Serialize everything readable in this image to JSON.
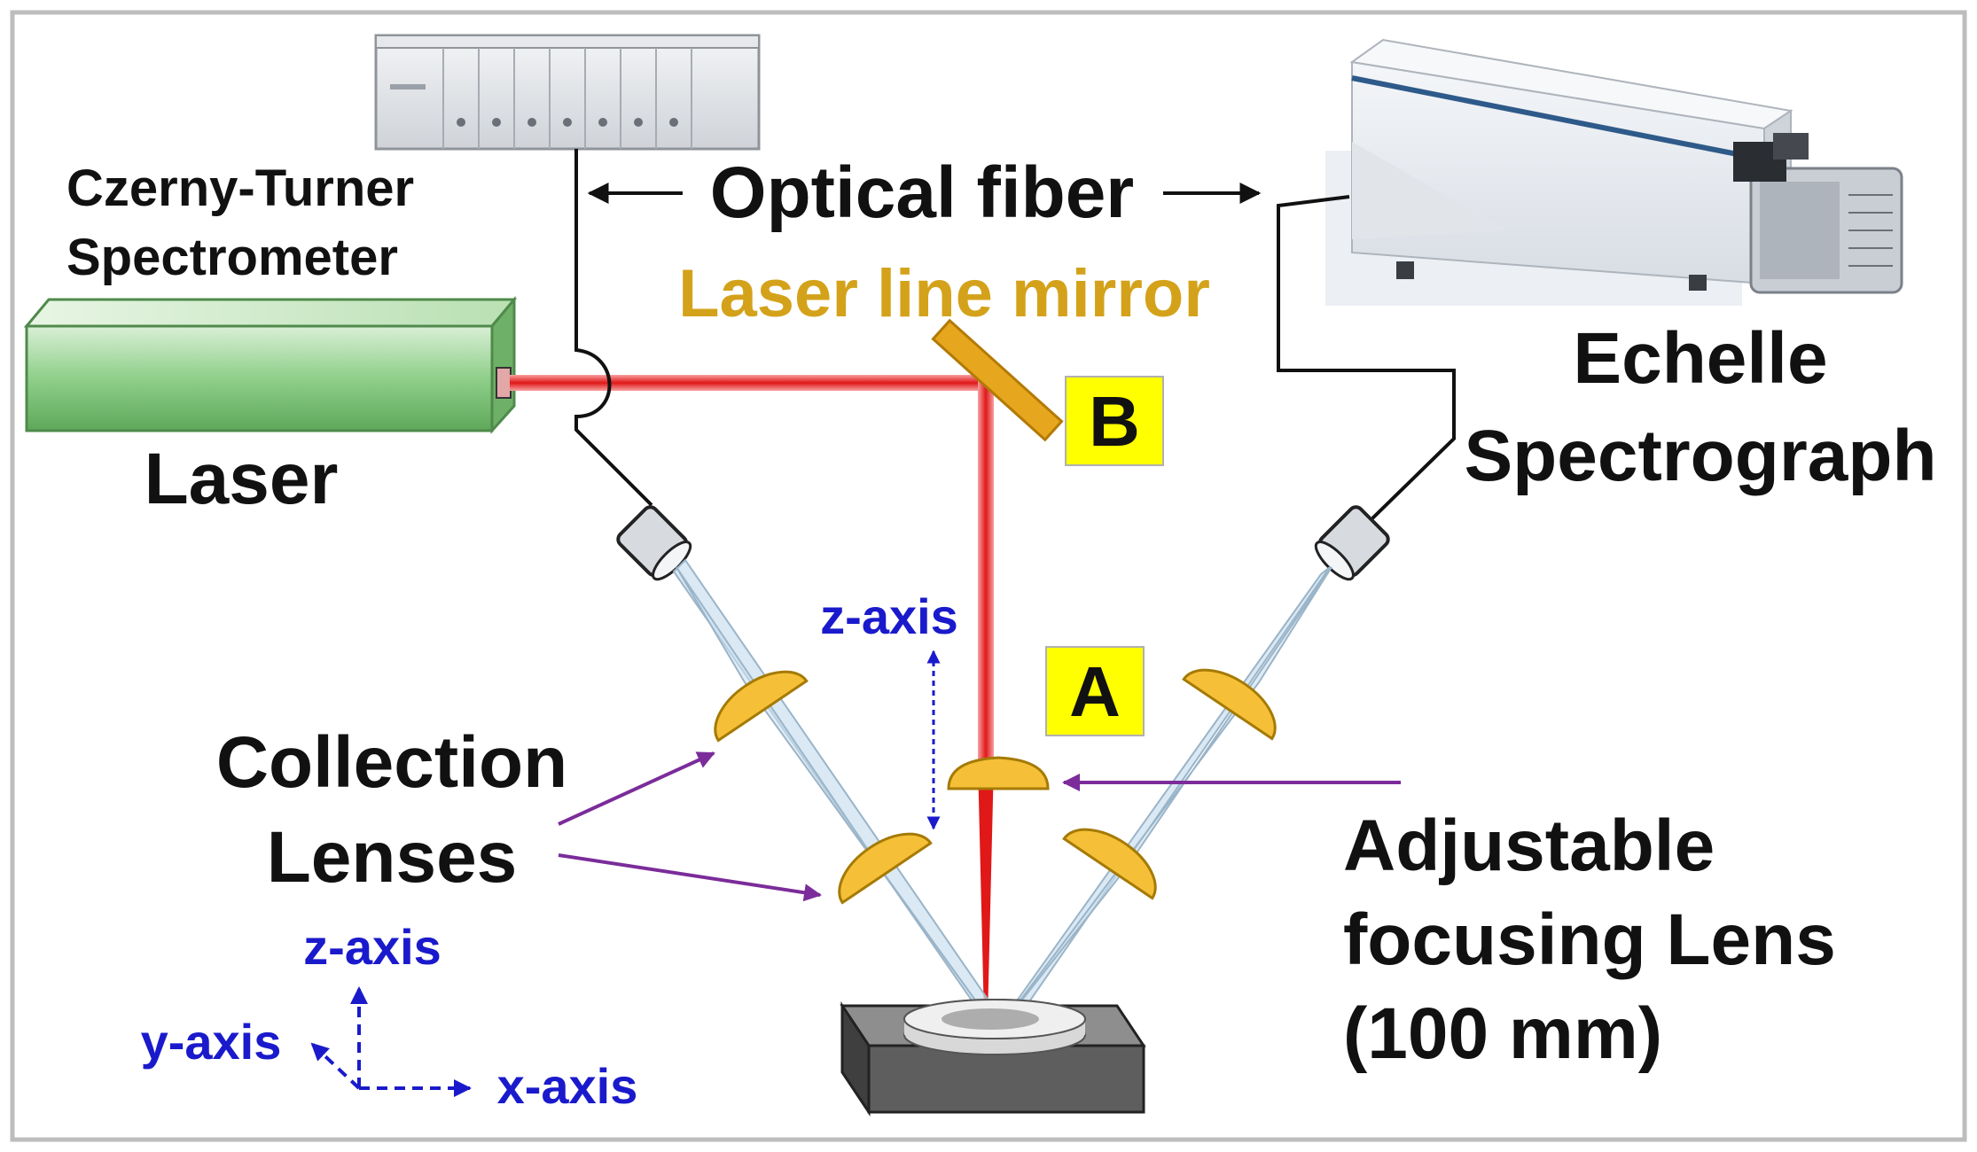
{
  "labels": {
    "czerny_line1": "Czerny-Turner",
    "czerny_line2": "Spectrometer",
    "optical_fiber": "Optical fiber",
    "laser_line_mirror": "Laser line mirror",
    "echelle_line1": "Echelle",
    "echelle_line2": "Spectrograph",
    "laser": "Laser",
    "marker_b": "B",
    "marker_a": "A",
    "z_axis_focus": "z-axis",
    "collection_line1": "Collection",
    "collection_line2": "Lenses",
    "adjustable_line1": "Adjustable",
    "adjustable_line2": "focusing Lens",
    "adjustable_line3": "(100 mm)",
    "axis_z": "z-axis",
    "axis_y": "y-axis",
    "axis_x": "x-axis"
  },
  "colors": {
    "text_dark": "#111111",
    "mirror_label": "#d4a21a",
    "axis_blue": "#1a1acc",
    "beam_red": "#e01818",
    "marker_fill": "#ffff00",
    "lens_fill": "#f5c038",
    "arrow_purple": "#7b2c9a",
    "laser_green": "#7cc47c",
    "frame_gray": "#bdbdbd"
  }
}
